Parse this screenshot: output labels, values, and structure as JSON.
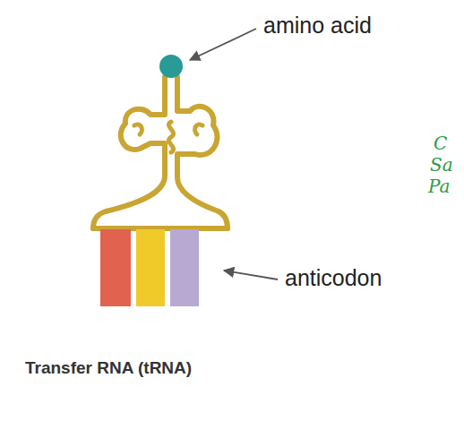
{
  "diagram": {
    "caption": "Transfer RNA (tRNA)",
    "labels": [
      "amino acid",
      "anticodon",
      "C",
      "Sa",
      "Pa"
    ]
  }
}
